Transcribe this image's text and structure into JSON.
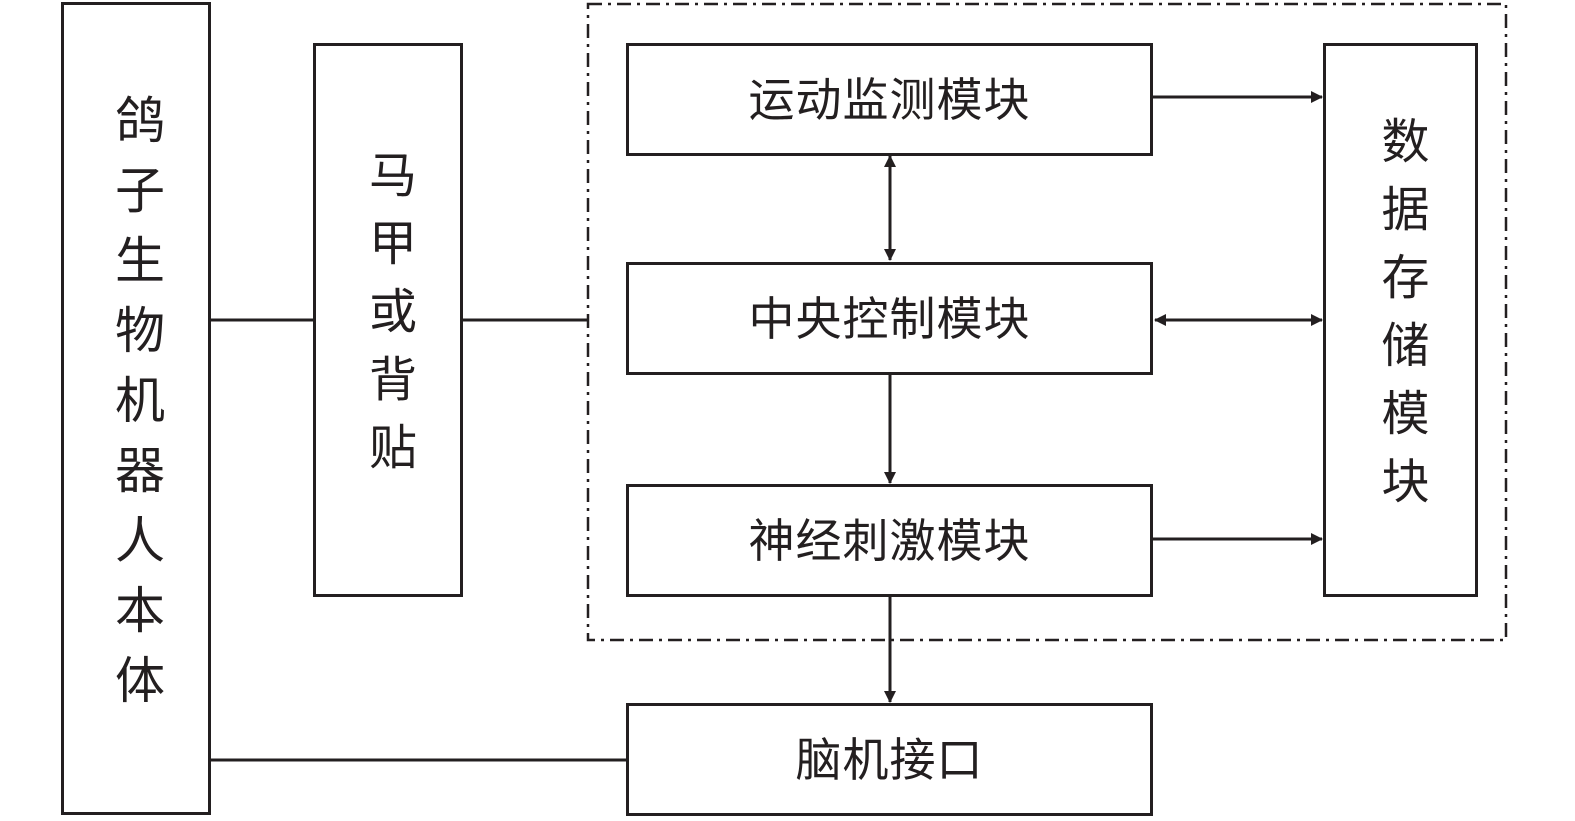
{
  "diagram": {
    "robot_body": "鸽子生物机器人本体",
    "vest": "马甲或背贴",
    "motion_module": "运动监测模块",
    "control_module": "中央控制模块",
    "stim_module": "神经刺激模块",
    "storage_module": "数据存储模块",
    "bci": "脑机接口"
  },
  "colors": {
    "stroke": "#231f20",
    "background": "#ffffff"
  }
}
